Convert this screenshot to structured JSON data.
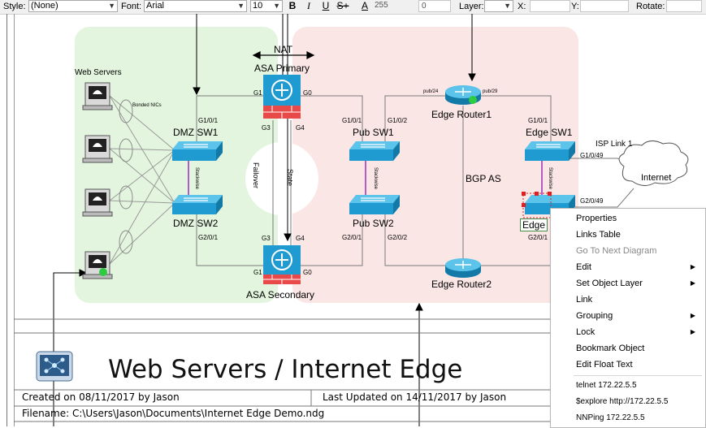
{
  "toolbar": {
    "style_label": "Style:",
    "style_value": "(None)",
    "font_label": "Font:",
    "font_value": "Arial",
    "size_value": "10",
    "bold": "B",
    "italic": "I",
    "underline": "U",
    "strike": "S+",
    "font_color": "A",
    "color_value": "255",
    "opacity_value": "0",
    "layer_label": "Layer:",
    "x_label": "X:",
    "y_label": "Y:",
    "rotate_label": "Rotate:"
  },
  "diagram": {
    "web_servers": "Web Servers",
    "bonded_nics": "Bonded NICs",
    "nat": "NAT",
    "asa_primary": "ASA Primary",
    "asa_secondary": "ASA Secondary",
    "dmz_sw1": "DMZ SW1",
    "dmz_sw2": "DMZ SW2",
    "pub_sw1": "Pub SW1",
    "pub_sw2": "Pub SW2",
    "edge_router1": "Edge Router1",
    "edge_router2": "Edge Router2",
    "edge_sw1": "Edge SW1",
    "edge_sw2_partial": "Edge",
    "bgp_as": "BGP AS",
    "isp_link": "ISP Link 1",
    "internet": "Internet",
    "failover": "Failover",
    "state": "State",
    "stackwise": "Stackwise",
    "ports": {
      "g1_top": "G1",
      "g0_top": "G0",
      "g3_top": "G3",
      "g4_top": "G4",
      "g3_bot": "G3",
      "g4_bot": "G4",
      "g1_bot": "G1",
      "g0_bot": "G0",
      "dmz_g101": "G1/0/1",
      "dmz_g201": "G2/0/1",
      "pub_g101": "G1/0/1",
      "pub_g102": "G1/0/2",
      "pub_g201": "G2/0/1",
      "pub_g202": "G2/0/2",
      "pub24": "pub/24",
      "pub29": "pub/29",
      "edge_g101": "G1/0/1",
      "edge_g1049": "G1/0/49",
      "edge_g2049": "G2/0/49",
      "edge_g201": "G2/0/1"
    }
  },
  "title_block": {
    "title": "Web Servers / Internet Edge",
    "created": "Created on 08/11/2017 by Jason",
    "updated": "Last Updated on 14/11/2017 by Jason",
    "filename": "Filename: C:\\Users\\Jason\\Documents\\Internet Edge Demo.ndg"
  },
  "context_menu": {
    "properties": "Properties",
    "links_table": "Links Table",
    "go_to_next": "Go To Next Diagram",
    "edit": "Edit",
    "set_layer": "Set Object Layer",
    "link": "Link",
    "grouping": "Grouping",
    "lock": "Lock",
    "bookmark": "Bookmark Object",
    "edit_float": "Edit Float Text",
    "telnet": "telnet 172.22.5.5",
    "sexplore": "$explore http://172.22.5.5",
    "nnping": "NNPing 172.22.5.5"
  },
  "colors": {
    "dmz_zone": "#e3f5de",
    "pub_zone": "#fbe6e6",
    "switch": "#1f9bd1",
    "asa_red": "#e84a4a",
    "stack_link": "#9a2fb8",
    "status_green": "#2ecc40"
  }
}
